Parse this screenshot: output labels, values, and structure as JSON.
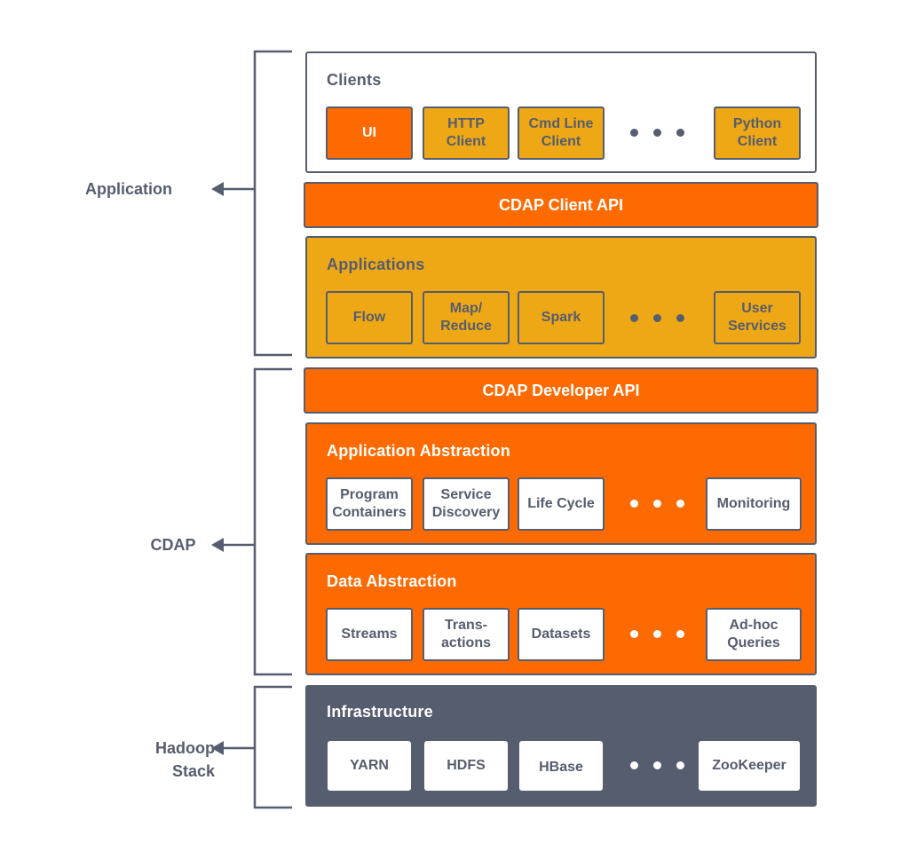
{
  "colors": {
    "orange": "#fd6a02",
    "gold": "#efa815",
    "slate": "#555d6e",
    "white": "#ffffff"
  },
  "groups": {
    "application": "Application",
    "cdap": "CDAP",
    "hadoop": "Hadoop\nStack"
  },
  "clients": {
    "title": "Clients",
    "items": [
      "UI",
      "HTTP\nClient",
      "Cmd Line\nClient",
      "Python\nClient"
    ]
  },
  "client_api": "CDAP Client API",
  "applications": {
    "title": "Applications",
    "items": [
      "Flow",
      "Map/\nReduce",
      "Spark",
      "User\nServices"
    ]
  },
  "developer_api": "CDAP Developer API",
  "app_abstraction": {
    "title": "Application Abstraction",
    "items": [
      "Program\nContainers",
      "Service\nDiscovery",
      "Life Cycle",
      "Monitoring"
    ]
  },
  "data_abstraction": {
    "title": "Data Abstraction",
    "items": [
      "Streams",
      "Trans-\nactions",
      "Datasets",
      "Ad-hoc\nQueries"
    ]
  },
  "infrastructure": {
    "title": "Infrastructure",
    "items": [
      "YARN",
      "HDFS",
      "HBase",
      "ZooKeeper"
    ]
  }
}
